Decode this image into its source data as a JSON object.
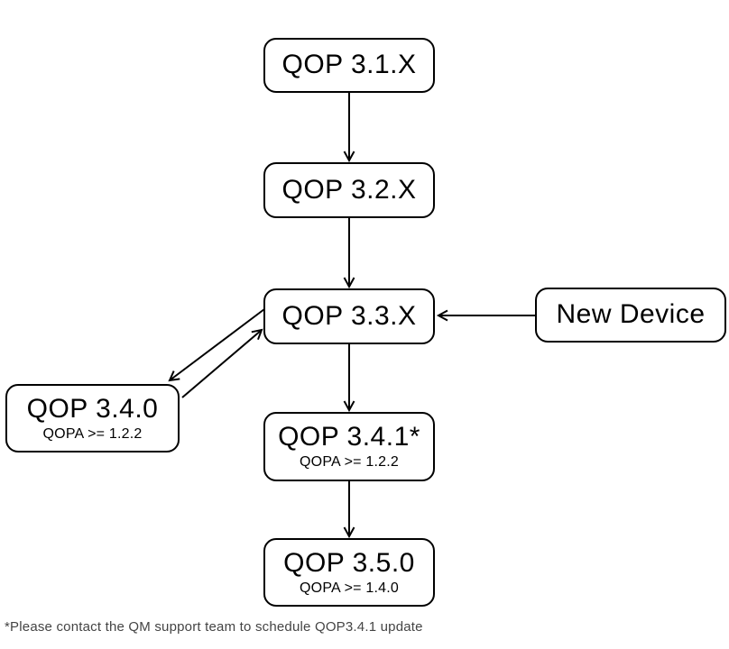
{
  "diagram": {
    "nodes": [
      {
        "id": "qop-3-1-x",
        "title": "QOP 3.1.X",
        "subtitle": ""
      },
      {
        "id": "qop-3-2-x",
        "title": "QOP 3.2.X",
        "subtitle": ""
      },
      {
        "id": "qop-3-3-x",
        "title": "QOP 3.3.X",
        "subtitle": ""
      },
      {
        "id": "new-device",
        "title": "New Device",
        "subtitle": ""
      },
      {
        "id": "qop-3-4-0",
        "title": "QOP 3.4.0",
        "subtitle": "QOPA >= 1.2.2"
      },
      {
        "id": "qop-3-4-1",
        "title": "QOP 3.4.1*",
        "subtitle": "QOPA >= 1.2.2"
      },
      {
        "id": "qop-3-5-0",
        "title": "QOP 3.5.0",
        "subtitle": "QOPA >= 1.4.0"
      }
    ],
    "edges": [
      {
        "from": "QOP 3.1.X",
        "to": "QOP 3.2.X",
        "direction": "down"
      },
      {
        "from": "QOP 3.2.X",
        "to": "QOP 3.3.X",
        "direction": "down"
      },
      {
        "from": "New Device",
        "to": "QOP 3.3.X",
        "direction": "left"
      },
      {
        "from": "QOP 3.3.X",
        "to": "QOP 3.4.0",
        "direction": "diagonal-down-left"
      },
      {
        "from": "QOP 3.4.0",
        "to": "QOP 3.3.X",
        "direction": "diagonal-up-right"
      },
      {
        "from": "QOP 3.3.X",
        "to": "QOP 3.4.1*",
        "direction": "down"
      },
      {
        "from": "QOP 3.4.1*",
        "to": "QOP 3.5.0",
        "direction": "down"
      }
    ],
    "footnote": "*Please contact the QM support team to schedule QOP3.4.1 update",
    "colors": {
      "background": "#ffffff",
      "node_fill": "#ffffff",
      "stroke": "#000000",
      "footnote_text": "#444444"
    }
  }
}
